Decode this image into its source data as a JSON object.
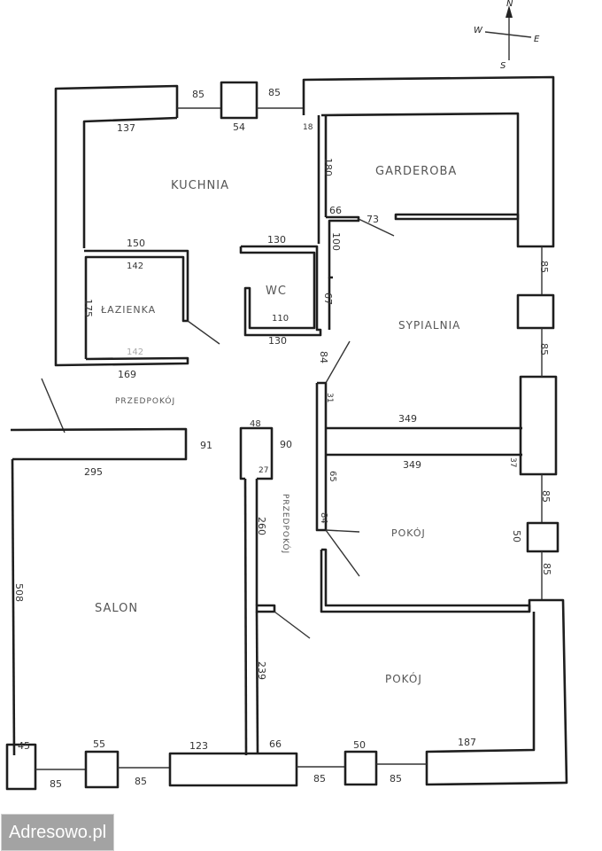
{
  "compass": {
    "n": "N",
    "e": "E",
    "s": "S",
    "w": "W"
  },
  "rooms": {
    "kitchen": "KUCHNIA",
    "wardrobe": "GARDEROBA",
    "bathroom": "ŁAZIENKA",
    "wc": "WC",
    "bedroom": "SYPIALNIA",
    "hall_1": "PRZEDPOKÓJ",
    "hall_2": "PRZEDPOKÓJ",
    "living_room": "SALON",
    "room_1": "POKÓJ",
    "room_2": "POKÓJ"
  },
  "dims": {
    "top_win_left": "85",
    "top_win_right": "85",
    "top_win": "54",
    "kitchen_top": "137",
    "pillar": "18",
    "wardrobe_side": "180",
    "wardrobe_door_left": "66",
    "wardrobe_door": "73",
    "bath_top_outer": "150",
    "bath_top_inner": "142",
    "bath_side": "175",
    "bath_bottom_inner": "142",
    "bath_bottom_outer": "169",
    "wc_top": "130",
    "wc_bottom_inner": "110",
    "wc_bottom_outer": "130",
    "wc_side_upper": "100",
    "wc_side_lower": "67",
    "bed_door": "84",
    "bed_wall": "31",
    "bed_div_top": "349",
    "bed_div_bottom": "349",
    "div_end": "37",
    "right_win_1a": "85",
    "right_win_1b": "85",
    "right_win_2a": "85",
    "right_win_2b": "85",
    "right_win_2": "50",
    "salon_top": "295",
    "salon_wall": "91",
    "hall_block_top": "48",
    "hall_block_side": "90",
    "hall_block_bottom": "27",
    "hall_wall": "260",
    "room_wall": "65",
    "room_door": "84",
    "salon_side": "508",
    "room2_wall": "239",
    "bottom_45": "45",
    "bottom_55": "55",
    "bottom_123": "123",
    "bottom_66": "66",
    "bottom_50": "50",
    "bottom_187": "187",
    "bottom_85a": "85",
    "bottom_85b": "85",
    "bottom_85c": "85",
    "bottom_85d": "85"
  },
  "watermark": "Adresowo.pl"
}
